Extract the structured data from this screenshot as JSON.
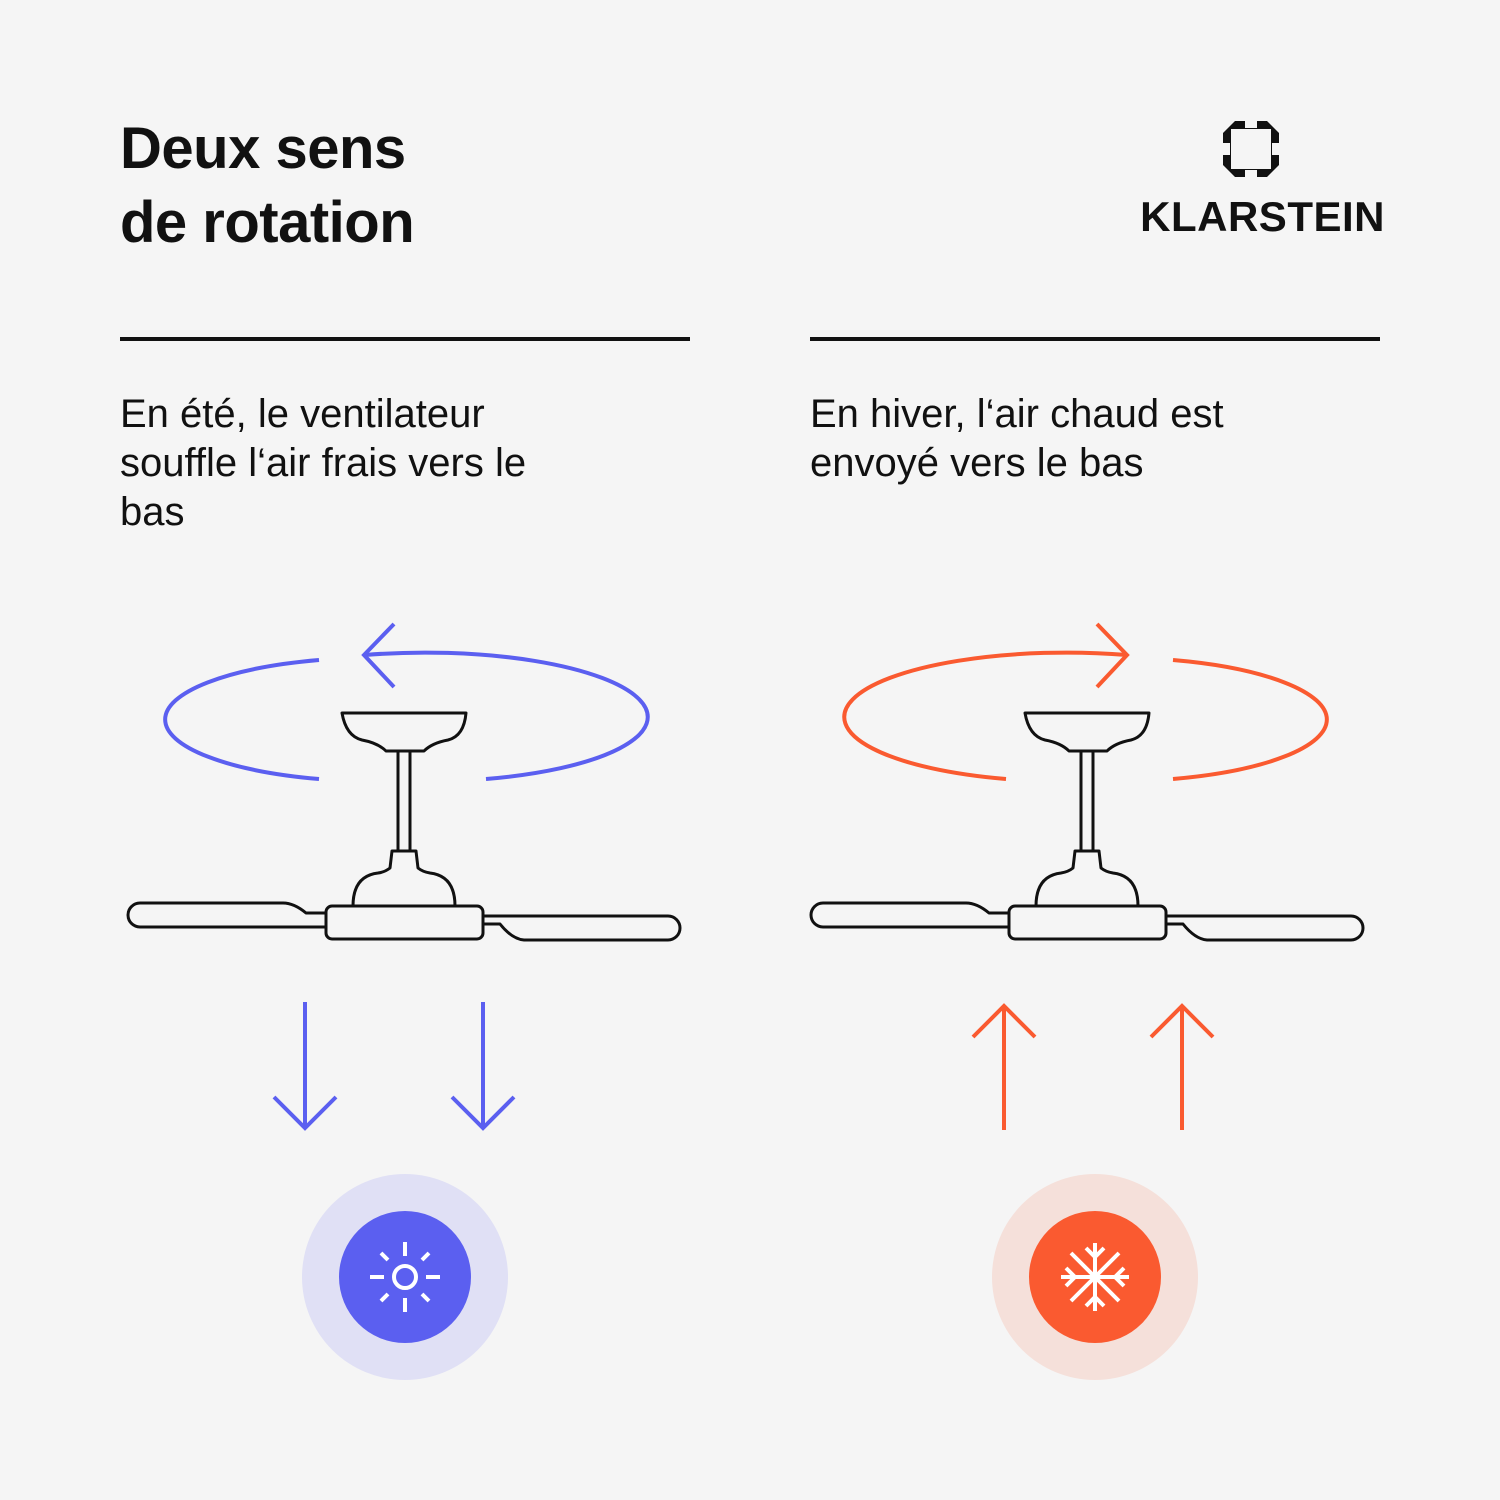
{
  "header": {
    "title_line1": "Deux sens",
    "title_line2": "de rotation",
    "brand_name": "KLARSTEIN",
    "brand_icon": "klarstein-logo-icon"
  },
  "summer": {
    "description": "En été, le ventilateur souffle l‘air frais vers le bas",
    "accent_color": "#5b5ff0",
    "halo_color": "#e0e0f5",
    "rotation": "counterclockwise",
    "airflow": "down",
    "icon": "sun-icon"
  },
  "winter": {
    "description": "En hiver, l‘air chaud est envoyé vers le bas",
    "accent_color": "#fa5a30",
    "halo_color": "#f5e0da",
    "rotation": "clockwise",
    "airflow": "up",
    "icon": "snowflake-icon"
  },
  "colors": {
    "background": "#f5f5f5",
    "text": "#111111",
    "line": "#111111"
  }
}
